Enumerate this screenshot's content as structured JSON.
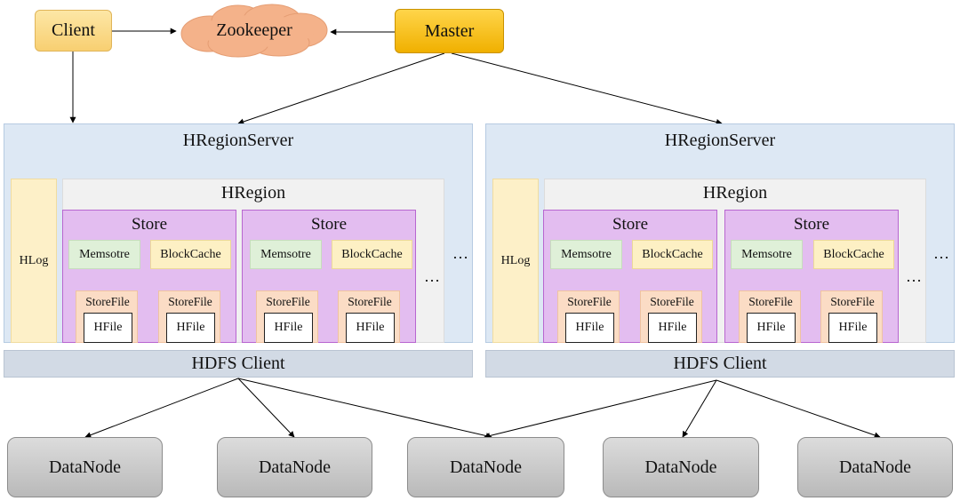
{
  "top": {
    "client_label": "Client",
    "zookeeper_label": "Zookeeper",
    "master_label": "Master"
  },
  "region_servers": [
    {
      "title": "HRegionServer",
      "hlog_label": "HLog",
      "region_title": "HRegion",
      "stores": [
        {
          "title": "Store",
          "memstore_label": "Memsotre",
          "blockcache_label": "BlockCache",
          "storefiles": [
            {
              "label": "StoreFile",
              "hfile_label": "HFile"
            },
            {
              "label": "StoreFile",
              "hfile_label": "HFile"
            }
          ]
        },
        {
          "title": "Store",
          "memstore_label": "Memsotre",
          "blockcache_label": "BlockCache",
          "storefiles": [
            {
              "label": "StoreFile",
              "hfile_label": "HFile"
            },
            {
              "label": "StoreFile",
              "hfile_label": "HFile"
            }
          ]
        }
      ],
      "hdfs_client_label": "HDFS Client"
    },
    {
      "title": "HRegionServer",
      "hlog_label": "HLog",
      "region_title": "HRegion",
      "stores": [
        {
          "title": "Store",
          "memstore_label": "Memsotre",
          "blockcache_label": "BlockCache",
          "storefiles": [
            {
              "label": "StoreFile",
              "hfile_label": "HFile"
            },
            {
              "label": "StoreFile",
              "hfile_label": "HFile"
            }
          ]
        },
        {
          "title": "Store",
          "memstore_label": "Memsotre",
          "blockcache_label": "BlockCache",
          "storefiles": [
            {
              "label": "StoreFile",
              "hfile_label": "HFile"
            },
            {
              "label": "StoreFile",
              "hfile_label": "HFile"
            }
          ]
        }
      ],
      "hdfs_client_label": "HDFS Client"
    }
  ],
  "ellipsis": "…",
  "datanodes": [
    "DataNode",
    "DataNode",
    "DataNode",
    "DataNode",
    "DataNode"
  ]
}
